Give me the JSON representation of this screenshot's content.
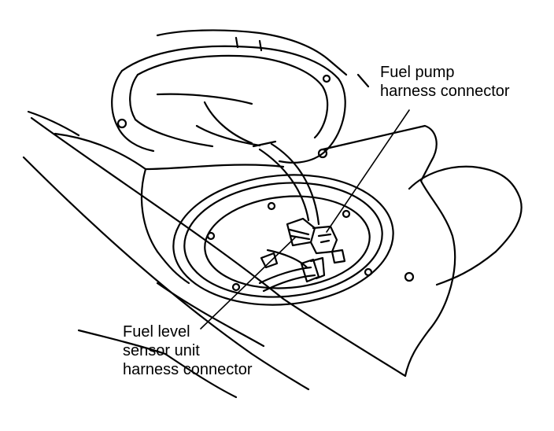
{
  "colors": {
    "ink": "#000000",
    "paper": "#ffffff"
  },
  "callouts": {
    "fuel_pump_connector": [
      "Fuel pump",
      "harness connector"
    ],
    "fuel_level_sensor_connector": [
      "Fuel level",
      "sensor unit",
      "harness connector"
    ]
  },
  "icons": {
    "drawing": "fuel-tank-pump-opening-line-drawing"
  }
}
